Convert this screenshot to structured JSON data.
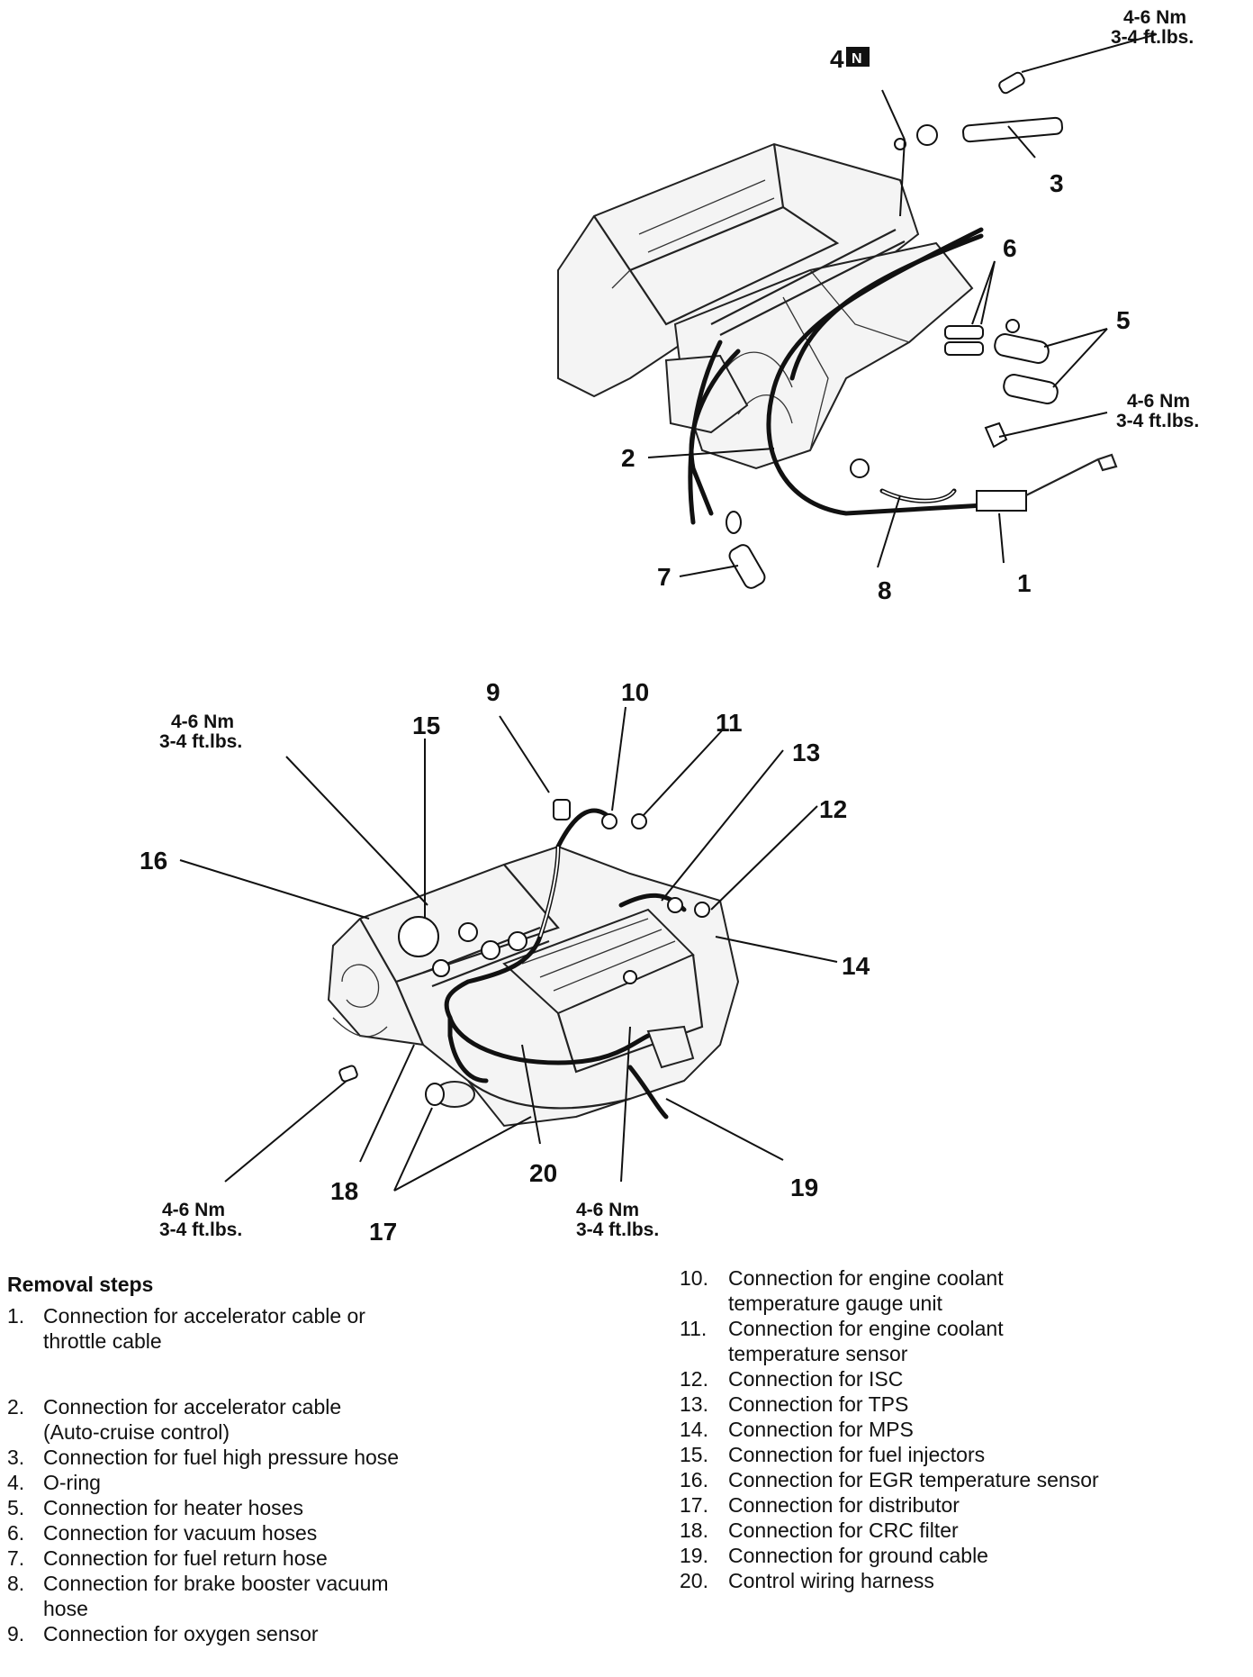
{
  "diagram": {
    "top_callouts": {
      "c1": "1",
      "c2": "2",
      "c3": "3",
      "c4": "4",
      "c4_tag": "N",
      "c5": "5",
      "c6": "6",
      "c7": "7",
      "c8": "8"
    },
    "bottom_callouts": {
      "c9": "9",
      "c10": "10",
      "c11": "11",
      "c12": "12",
      "c13": "13",
      "c14": "14",
      "c15": "15",
      "c16": "16",
      "c17": "17",
      "c18": "18",
      "c19": "19",
      "c20": "20"
    },
    "torque": {
      "nm": "4-6 Nm",
      "ftlbs": "3-4 ft.lbs."
    }
  },
  "removal": {
    "title": "Removal steps",
    "left": [
      {
        "num": "1.",
        "text": "Connection for accelerator cable or",
        "cont": "throttle cable"
      },
      {
        "num": "2.",
        "text": "Connection for accelerator cable",
        "cont": "(Auto-cruise control)"
      },
      {
        "num": "3.",
        "text": "Connection for fuel high pressure hose"
      },
      {
        "num": "4.",
        "text": "O-ring"
      },
      {
        "num": "5.",
        "text": "Connection for heater hoses"
      },
      {
        "num": "6.",
        "text": "Connection for vacuum hoses"
      },
      {
        "num": "7.",
        "text": "Connection for fuel return hose"
      },
      {
        "num": "8.",
        "text": "Connection for brake booster vacuum",
        "cont": "hose"
      },
      {
        "num": "9.",
        "text": "Connection for oxygen sensor"
      }
    ],
    "right": [
      {
        "num": "10.",
        "text": "Connection for engine coolant",
        "cont": "temperature gauge unit"
      },
      {
        "num": "11.",
        "text": "Connection for engine coolant",
        "cont": "temperature sensor"
      },
      {
        "num": "12.",
        "text": "Connection for ISC"
      },
      {
        "num": "13.",
        "text": "Connection for TPS"
      },
      {
        "num": "14.",
        "text": "Connection for MPS"
      },
      {
        "num": "15.",
        "text": "Connection for fuel injectors"
      },
      {
        "num": "16.",
        "text": "Connection for EGR temperature sensor"
      },
      {
        "num": "17.",
        "text": "Connection for distributor"
      },
      {
        "num": "18.",
        "text": "Connection for CRC filter"
      },
      {
        "num": "19.",
        "text": "Connection for ground cable"
      },
      {
        "num": "20.",
        "text": "Control wiring harness"
      }
    ]
  }
}
